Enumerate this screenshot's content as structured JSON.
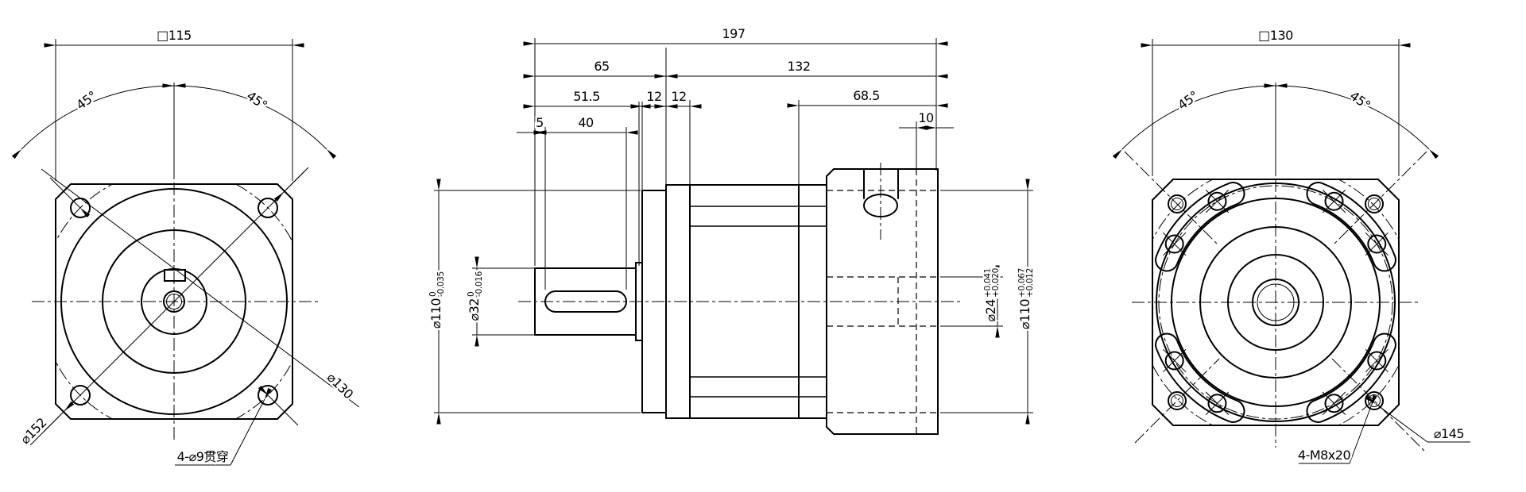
{
  "front_view": {
    "size_label": "□115",
    "angle_left": "45°",
    "angle_right": "45°",
    "outer_circle_label": "⌀152",
    "bolt_circle_label": "⌀130",
    "hole_note": "4-⌀9贯穿"
  },
  "side_view": {
    "overall_length": "197",
    "front_length": "65",
    "rear_length": "132",
    "shaft_length": "51.5",
    "pilot_width": "12",
    "flange_width": "12",
    "key_offset": "5",
    "key_length": "40",
    "rear_body_length": "68.5",
    "rear_step": "10",
    "pilot_dia": {
      "nominal": "⌀110",
      "tol_upper": "0",
      "tol_lower": "-0.035"
    },
    "shaft_dia": {
      "nominal": "⌀32",
      "tol_upper": "0",
      "tol_lower": "-0.016"
    },
    "bore_dia": {
      "nominal": "⌀24",
      "tol_upper": "+0.041",
      "tol_lower": "+0.020"
    },
    "housing_dia": {
      "nominal": "⌀110",
      "tol_upper": "+0.067",
      "tol_lower": "+0.012"
    }
  },
  "rear_view": {
    "size_label": "□130",
    "angle_left": "45°",
    "angle_right": "45°",
    "bolt_circle_label": "⌀145",
    "hole_note": "4-M8x20"
  }
}
